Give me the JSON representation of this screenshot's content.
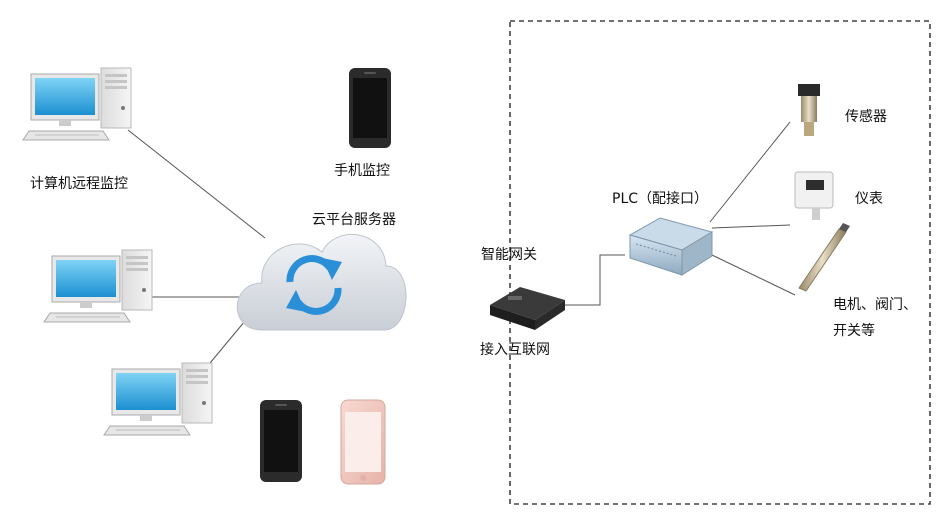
{
  "labels": {
    "pc_remote": "计算机远程监控",
    "phone_monitor": "手机监控",
    "cloud_server": "云平台服务器",
    "smart_gateway": "智能网关",
    "internet_access": "接入互联网",
    "plc": "PLC（配接口）",
    "sensor": "传感器",
    "meter": "仪表",
    "actuators_line1": "电机、阀门、",
    "actuators_line2": "开关等"
  }
}
